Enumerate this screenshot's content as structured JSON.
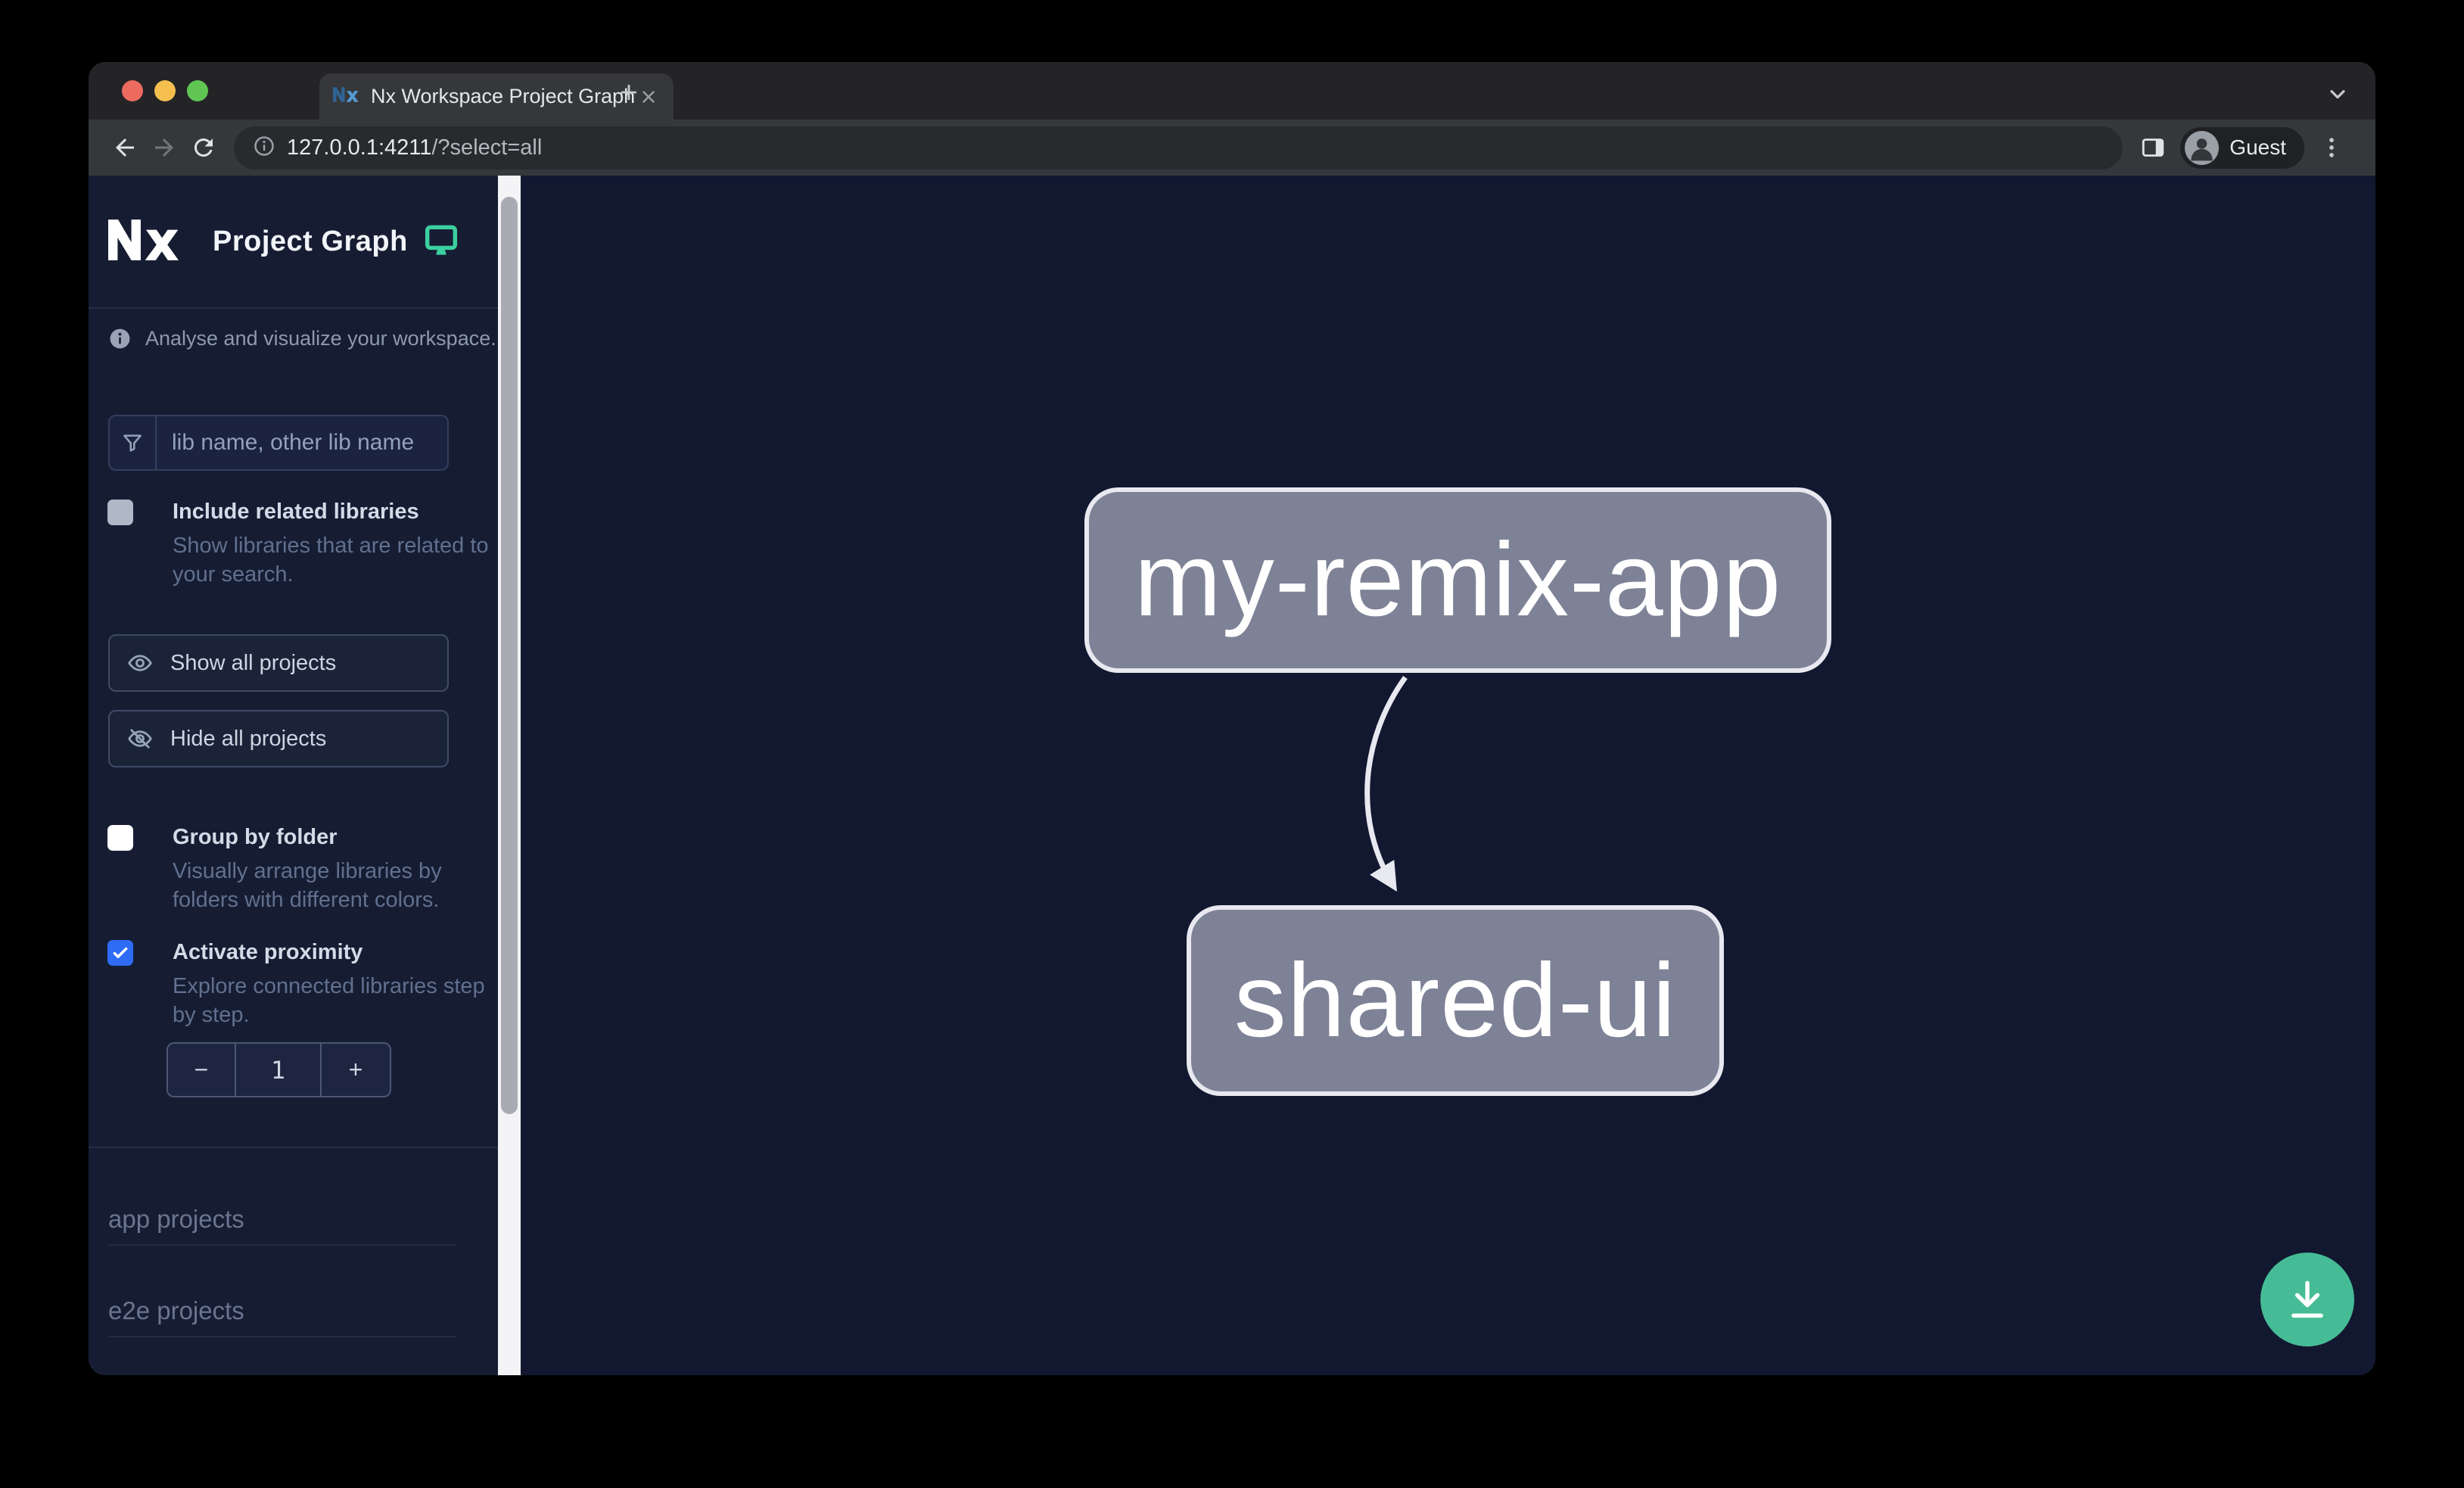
{
  "browser": {
    "tab_title": "Nx Workspace Project Graph",
    "url_host": "127.0.0.1:4211",
    "url_path": "/?select=all",
    "profile_label": "Guest"
  },
  "sidebar": {
    "app_title": "Project Graph",
    "tagline": "Analyse and visualize your workspace.",
    "filter_placeholder": "lib name, other lib name",
    "checkboxes": [
      {
        "label": "Include related libraries",
        "description": "Show libraries that are related to your search.",
        "checked": false
      },
      {
        "label": "Group by folder",
        "description": "Visually arrange libraries by folders with different colors.",
        "checked": false
      },
      {
        "label": "Activate proximity",
        "description": "Explore connected libraries step by step.",
        "checked": true
      }
    ],
    "buttons": [
      {
        "label": "Show all projects"
      },
      {
        "label": "Hide all projects"
      }
    ],
    "stepper": {
      "decrement": "−",
      "value": "1",
      "increment": "+"
    },
    "sections": [
      {
        "label": "app projects"
      },
      {
        "label": "e2e projects"
      }
    ]
  },
  "graph": {
    "nodes": [
      {
        "id": "my-remix-app"
      },
      {
        "id": "shared-ui"
      }
    ],
    "edges": [
      {
        "source": "my-remix-app",
        "target": "shared-ui"
      }
    ]
  },
  "colors": {
    "accent_green": "#46bc96",
    "monitor_icon_green": "#3bd0a0",
    "checkbox_checked_blue": "#2e6cf6",
    "node_fill": "#7e8296",
    "node_border": "#e8e9f0",
    "sidebar_bg": "#161d33",
    "canvas_bg": "#121830",
    "traffic_red": "#ed6a5e",
    "traffic_yellow": "#f4bf4f",
    "traffic_green": "#61c554"
  }
}
